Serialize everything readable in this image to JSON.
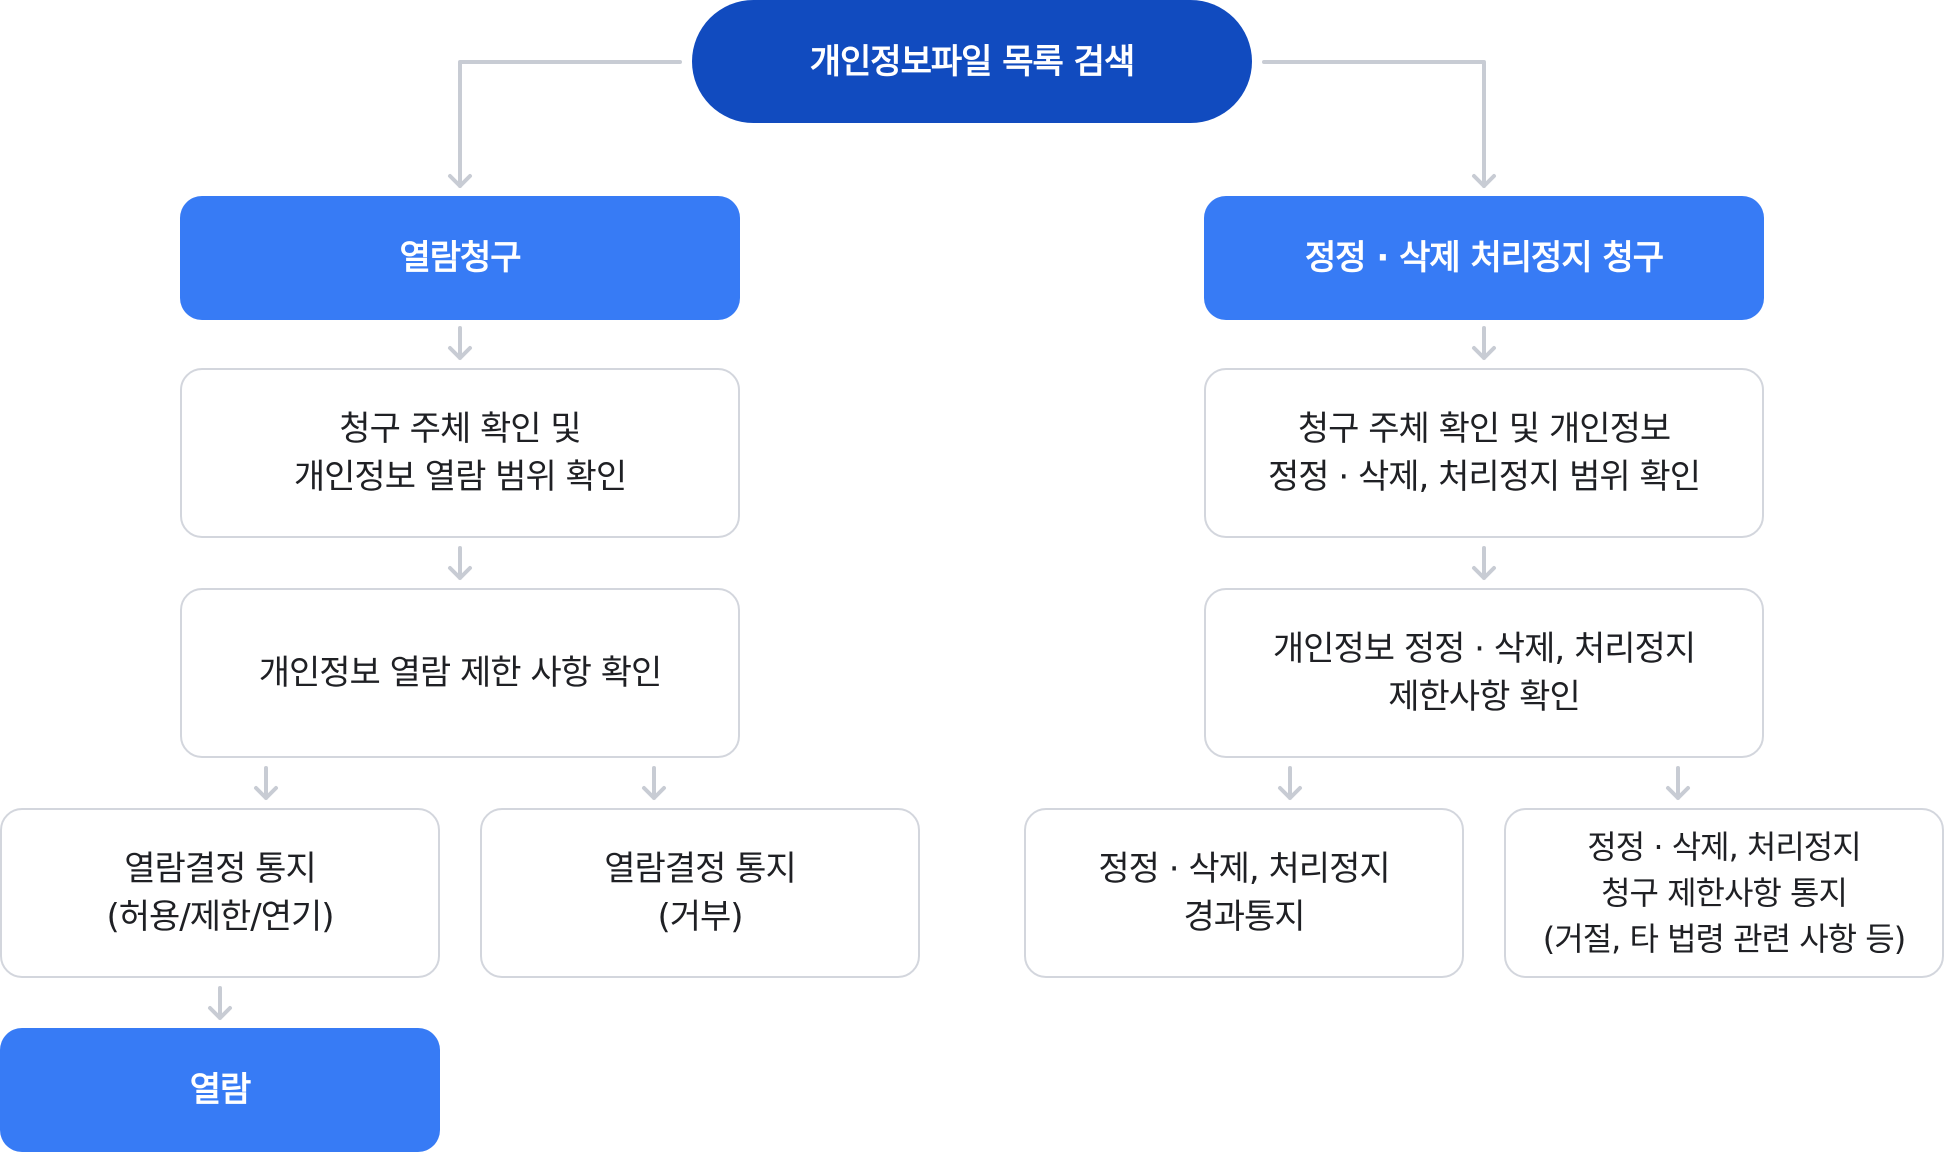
{
  "diagram": {
    "colors": {
      "root_fill": "#114BBF",
      "primary_fill": "#377BF5",
      "step_border": "#D3D6DD",
      "connector": "#C8CCD4",
      "text_dark": "#1F2024",
      "text_light": "#FFFFFF"
    },
    "root": {
      "label": "개인정보파일 목록 검색"
    },
    "left_branch": {
      "request": {
        "label": "열람청구"
      },
      "step1": {
        "label": "청구 주체 확인 및\n개인정보 열람 범위 확인"
      },
      "step2": {
        "label": "개인정보 열람 제한 사항 확인"
      },
      "outcome_allow": {
        "label": "열람결정 통지\n(허용/제한/연기)"
      },
      "outcome_deny": {
        "label": "열람결정 통지\n(거부)"
      },
      "final": {
        "label": "열람"
      }
    },
    "right_branch": {
      "request": {
        "label": "정정 · 삭제 처리정지 청구"
      },
      "step1": {
        "label": "청구 주체 확인 및 개인정보\n정정 · 삭제, 처리정지 범위 확인"
      },
      "step2": {
        "label": "개인정보 정정 · 삭제, 처리정지\n제한사항 확인"
      },
      "outcome_result": {
        "label": "정정 · 삭제, 처리정지\n경과통지"
      },
      "outcome_restrict": {
        "label": "정정 · 삭제, 처리정지\n청구 제한사항 통지\n(거절, 타 법령 관련 사항 등)"
      }
    }
  }
}
